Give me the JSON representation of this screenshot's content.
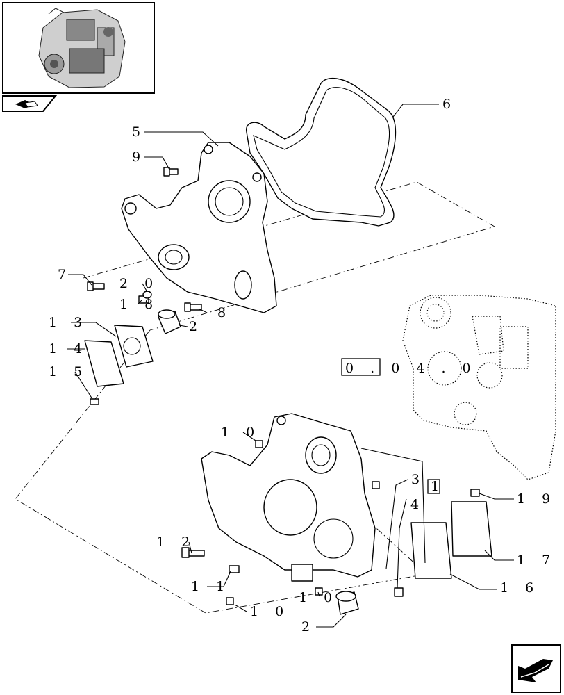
{
  "reference_box": {
    "label": "0 . 0 4 . 0"
  },
  "boxed_callout": "1",
  "callouts": {
    "c1": "5",
    "c2": "9",
    "c3": "6",
    "c4": "7",
    "c5": "2 0",
    "c6": "1 8",
    "c7": "8",
    "c8": "1 3",
    "c9": "2",
    "c10": "1 4",
    "c11": "1 5",
    "c12": "1 0",
    "c13": "3",
    "c14": "4",
    "c15": "1 9",
    "c16": "1 2",
    "c17": "1 7",
    "c18": "1 1",
    "c19": "1 0",
    "c20": "1 6",
    "c21": "1 0",
    "c22": "2"
  },
  "icons": {
    "thumbnail": "engine-thumbnail-icon",
    "book": "book-icon",
    "nav": "next-page-arrow-icon"
  }
}
